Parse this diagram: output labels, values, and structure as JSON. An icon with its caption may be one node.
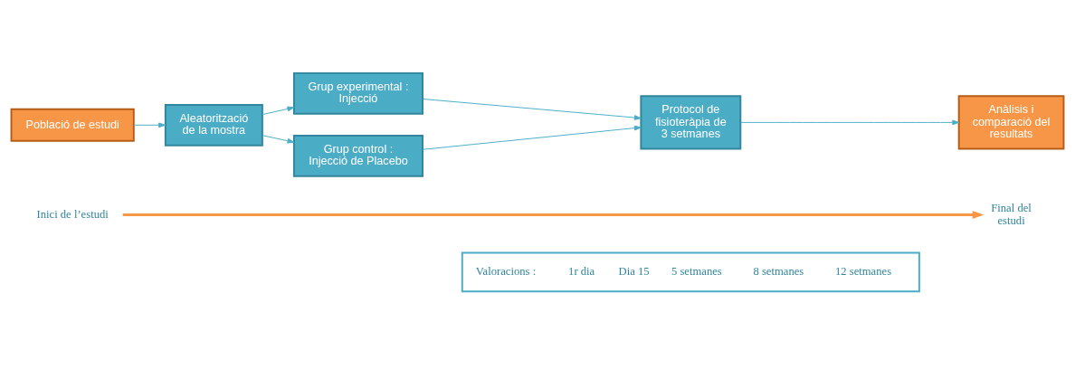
{
  "diagram": {
    "nodes": [
      {
        "text": [
          "Valoracions :",
          "1r dia",
          "Dia 15",
          "5 setmanes",
          "8 setmanes",
          "12 setmanes"
        ]
      },
      {
        "text": [
          "Inici de l’estudi"
        ]
      },
      {
        "text": [
          "Final del estudi"
        ]
      },
      {
        "text": [
          "Població de estudi"
        ]
      },
      {
        "text": [
          "Aleatorització de la mostra"
        ]
      },
      {
        "text": [
          "Grup experimental :",
          "Injecció"
        ]
      },
      {
        "text": [
          "Grup control :",
          "Injecció de Placebo"
        ]
      },
      {
        "text": [
          "Protocol de fisioteràpia de 3 setmanes"
        ]
      },
      {
        "text": [
          "Anàlisis i comparació del resultats"
        ]
      }
    ],
    "edges": [
      {
        "from": 1,
        "to": 2,
        "arrow": "to",
        "style": "thick",
        "color": "#f79646"
      },
      {
        "from": 3,
        "to": 4,
        "arrow": "to"
      },
      {
        "from": 4,
        "to": 5,
        "arrow": "to"
      },
      {
        "from": 4,
        "to": 6,
        "arrow": "to"
      },
      {
        "from": 5,
        "to": 7,
        "arrow": "to"
      },
      {
        "from": 6,
        "to": 7,
        "arrow": "to"
      },
      {
        "from": 7,
        "to": 8,
        "arrow": "to"
      }
    ]
  }
}
